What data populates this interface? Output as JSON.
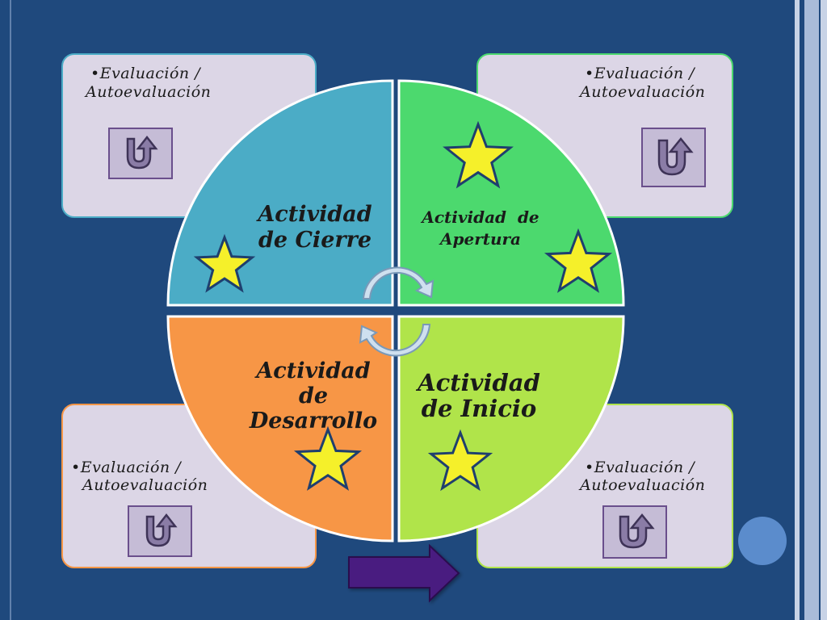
{
  "colors": {
    "background": "#1f497d",
    "quadrant_cierre": "#4bacc6",
    "quadrant_apertura": "#4cd96e",
    "quadrant_desarrollo": "#f79646",
    "quadrant_inicio": "#b0e44a",
    "card_fill": "#dcd6e6",
    "star_fill": "#f5f02a",
    "next_arrow": "#4a1a80"
  },
  "cards": {
    "top_left": {
      "text_line1": "•Evaluación /",
      "text_line2": "Autoevaluación",
      "icon": "u-turn-return-icon"
    },
    "top_right": {
      "text_line1": "•Evaluación /",
      "text_line2": "Autoevaluación",
      "icon": "u-turn-return-icon"
    },
    "bottom_left": {
      "text_line1": "•Evaluación /",
      "text_line2": "Autoevaluación",
      "icon": "u-turn-return-icon"
    },
    "bottom_right": {
      "text_line1": "•Evaluación /",
      "text_line2": "Autoevaluación",
      "icon": "u-turn-return-icon"
    }
  },
  "quadrants": {
    "cierre": {
      "line1": "Actividad",
      "line2": "de Cierre"
    },
    "apertura": {
      "line1": "Actividad  de",
      "line2": "Apertura"
    },
    "desarrollo": {
      "line1": "Actividad",
      "line2": "de",
      "line3": "Desarrollo"
    },
    "inicio": {
      "line1": "Actividad",
      "line2": "de Inicio"
    }
  },
  "icons": {
    "center": "cycle-arrows-icon",
    "star": "star-icon",
    "next": "next-arrow-icon"
  }
}
